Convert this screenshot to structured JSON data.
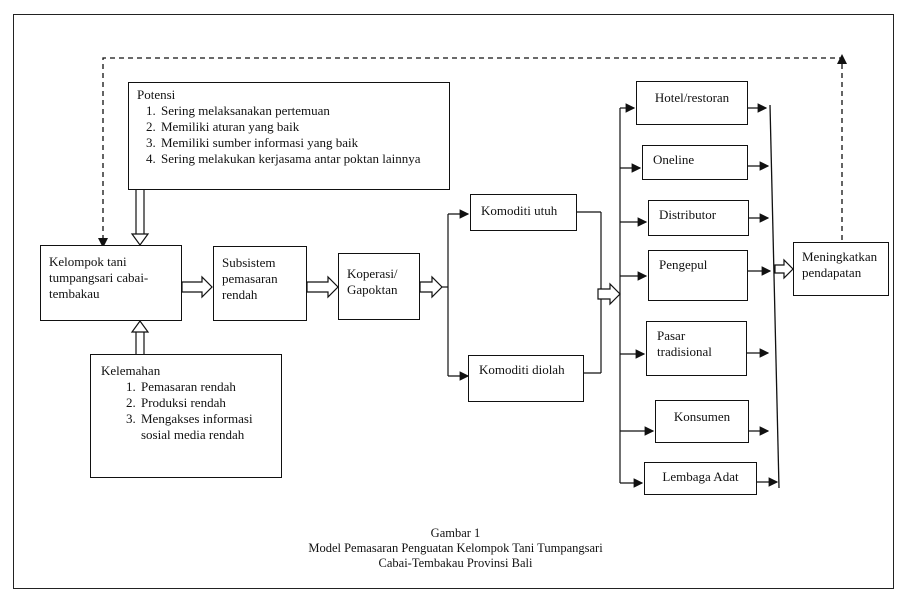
{
  "potensi": {
    "title": "Potensi",
    "items": [
      "Sering melaksanakan pertemuan",
      "Memiliki aturan yang baik",
      "Memiliki sumber informasi yang baik",
      "Sering melakukan kerjasama antar poktan lainnya"
    ]
  },
  "kelemahan": {
    "title": "Kelemahan",
    "items": [
      "Pemasaran rendah",
      "Produksi rendah",
      "Mengakses informasi sosial media rendah"
    ]
  },
  "kelompok": "Kelompok tani tumpangsari cabai-tembakau",
  "subsistem": "Subsistem pemasaran rendah",
  "koperasi": "Koperasi/ Gapoktan",
  "komoditi_utuh": "Komoditi utuh",
  "komoditi_diolah": "Komoditi diolah",
  "outlets": [
    "Hotel/restoran",
    "Oneline",
    "Distributor",
    "Pengepul",
    "Pasar tradisional",
    "Konsumen",
    "Lembaga Adat"
  ],
  "result": "Meningkatkan pendapatan",
  "caption": {
    "line1": "Gambar 1",
    "line2": "Model Pemasaran Penguatan Kelompok Tani Tumpangsari",
    "line3": "Cabai-Tembakau Provinsi Bali"
  }
}
